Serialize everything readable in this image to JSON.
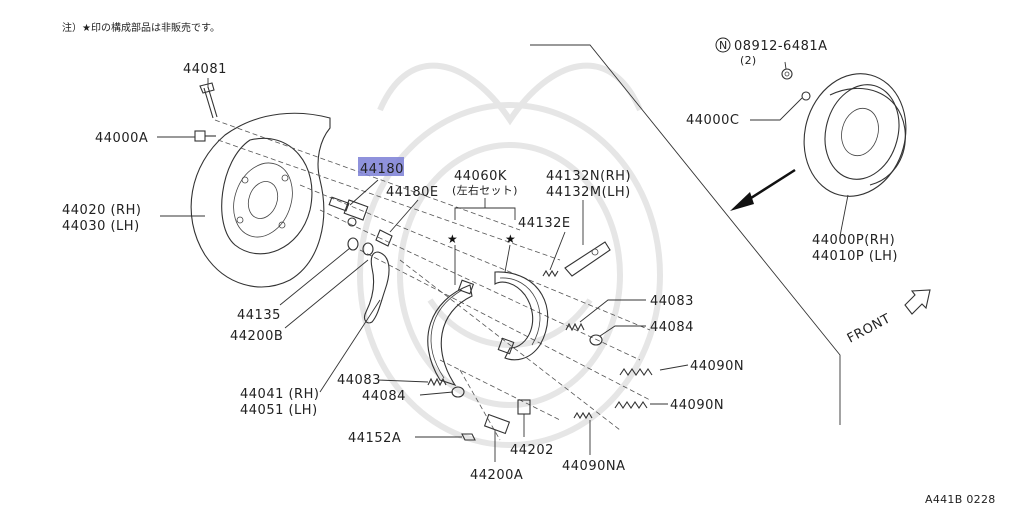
{
  "note": "注）★印の構成部品は非販売です。",
  "labels": {
    "p44081": "44081",
    "p44000A": "44000A",
    "p44020": "44020 (RH)",
    "p44030": "44030 (LH)",
    "p44180": "44180",
    "p44180E": "44180E",
    "p44060K": "44060K",
    "p44060K_sub": "(左右セット)",
    "p44132N": "44132N(RH)",
    "p44132M": "44132M(LH)",
    "p44132E": "44132E",
    "p44135": "44135",
    "p44200B": "44200B",
    "p44083a": "44083",
    "p44084a": "44084",
    "p44090Na": "44090N",
    "p44090Nb": "44090N",
    "p44041": "44041 (RH)",
    "p44051": "44051 (LH)",
    "p44083b": "44083",
    "p44084b": "44084",
    "p44152A": "44152A",
    "p44202": "44202",
    "p44200A": "44200A",
    "p44090NA": "44090NA",
    "pN": "N",
    "p08912": "08912-6481A",
    "p08912_qty": "(2)",
    "p44000C": "44000C",
    "p44000P": "44000P(RH)",
    "p44010P": "44010P (LH)",
    "front": "FRONT",
    "code": "A441B 0228"
  },
  "highlight_part": "44180",
  "colors": {
    "highlight": "#7b7fd6",
    "line": "#333333"
  }
}
